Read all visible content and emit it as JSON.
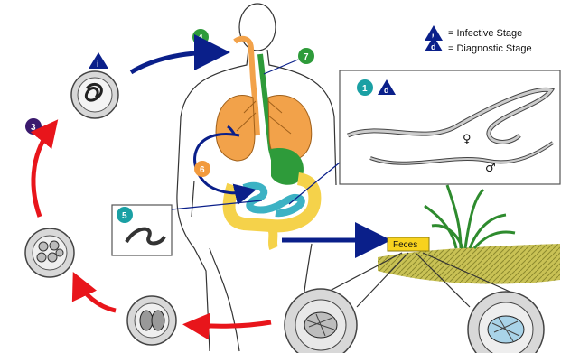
{
  "legend": {
    "infective": {
      "letter": "i",
      "label": "= Infective Stage"
    },
    "diagnostic": {
      "letter": "d",
      "label": "= Diagnostic Stage"
    }
  },
  "steps": {
    "s1": "1",
    "s3": "3",
    "s4": "4",
    "s5": "5",
    "s6": "6",
    "s7": "7"
  },
  "markers": {
    "i": "i",
    "d": "d"
  },
  "labels": {
    "feces": "Feces",
    "female": "♀",
    "male": "♂"
  },
  "colors": {
    "blue_arrow": "#0a1f8a",
    "red_arrow": "#e8151b",
    "step1": "#1aa0a4",
    "step3": "#3b1a6e",
    "step4": "#2e9b3a",
    "step5": "#1aa0a4",
    "step6": "#f29a3d",
    "step7": "#2e9b3a",
    "triangle": "#0a1f8a",
    "lungs": "#f2a24a",
    "intestine_green": "#2e9b3a",
    "intestine_teal": "#3cb2c4",
    "colon": "#f5d24a",
    "feces_label_bg": "#f7d21e",
    "soil": "#b7b243",
    "grass": "#2e8b2e"
  },
  "icons": [
    "egg-icon",
    "larva-icon",
    "adult-worm-icon",
    "human-body-icon",
    "grass-icon"
  ]
}
